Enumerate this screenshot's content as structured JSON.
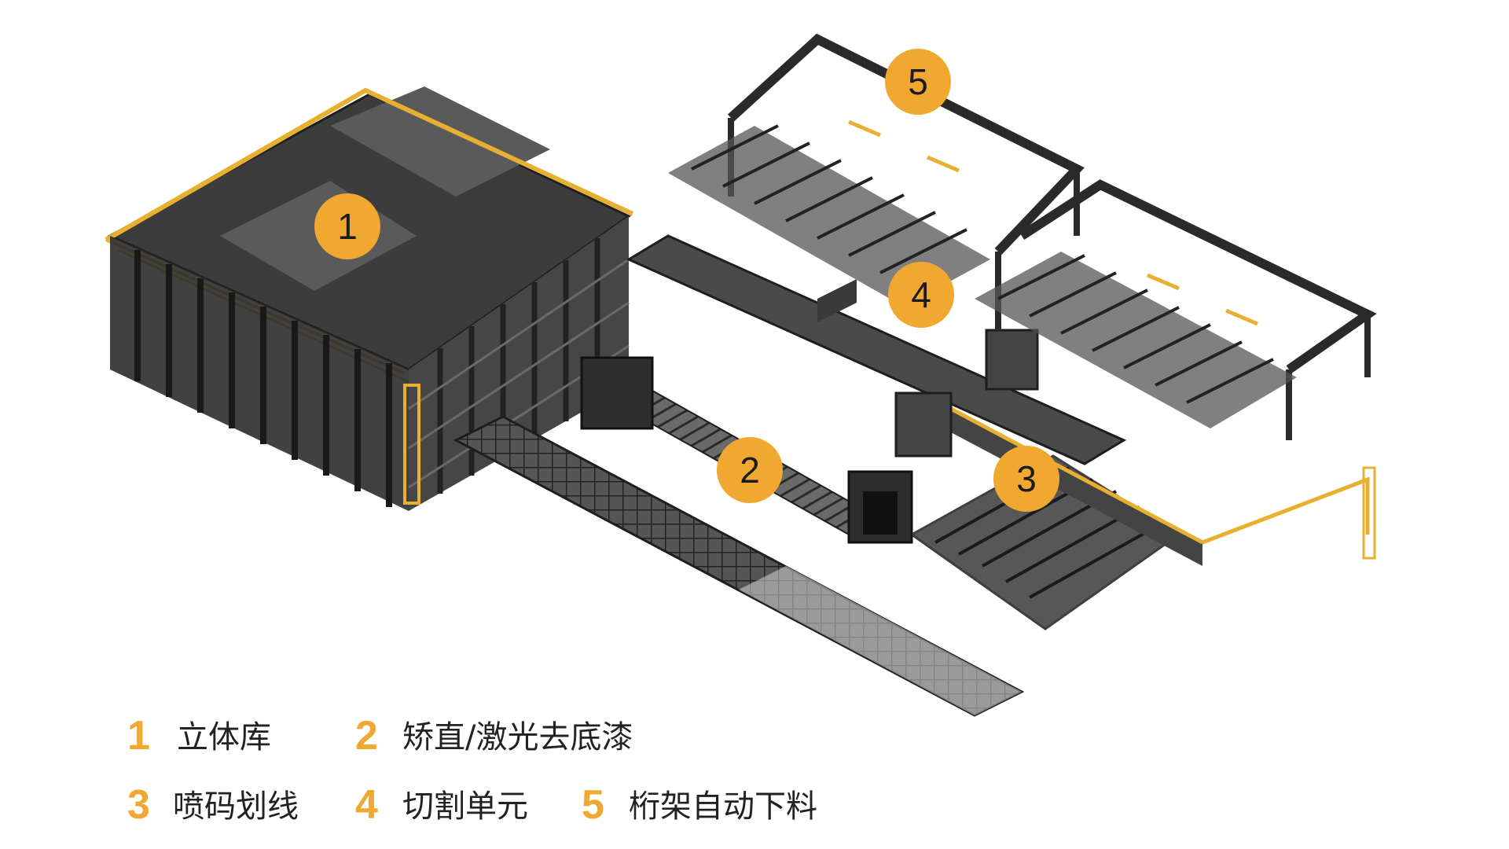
{
  "markers": [
    {
      "id": "1",
      "label": "1"
    },
    {
      "id": "2",
      "label": "2"
    },
    {
      "id": "3",
      "label": "3"
    },
    {
      "id": "4",
      "label": "4"
    },
    {
      "id": "5",
      "label": "5"
    }
  ],
  "legend": [
    {
      "number": "1",
      "label": "立体库"
    },
    {
      "number": "2",
      "label": "矫直/激光去底漆"
    },
    {
      "number": "3",
      "label": "喷码划线"
    },
    {
      "number": "4",
      "label": "切割单元"
    },
    {
      "number": "5",
      "label": "桁架自动下料"
    }
  ],
  "colors": {
    "accent": "#f0a830",
    "structure": "#3a3a3a",
    "railing": "#e8b030",
    "conveyor": "#4a4a4a",
    "background": "#ffffff"
  }
}
